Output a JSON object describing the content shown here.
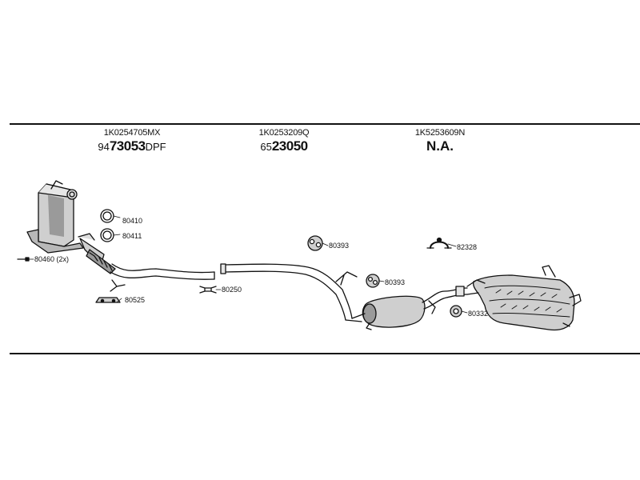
{
  "headers": [
    {
      "oem": "1K0254705MX",
      "prefix": "94",
      "number": "73053",
      "suffix": "DPF"
    },
    {
      "oem": "1K0253209Q",
      "prefix": "65",
      "number": "23050",
      "suffix": ""
    },
    {
      "oem": "1K5253609N",
      "prefix": "",
      "number": "",
      "suffix": "",
      "text": "N.A."
    }
  ],
  "parts": {
    "p80410": "80410",
    "p80411": "80411",
    "p80460": "80460 (2x)",
    "p80525": "80525",
    "p80250": "80250",
    "p80393a": "80393",
    "p80393b": "80393",
    "p82328": "82328",
    "p80332": "80332"
  }
}
